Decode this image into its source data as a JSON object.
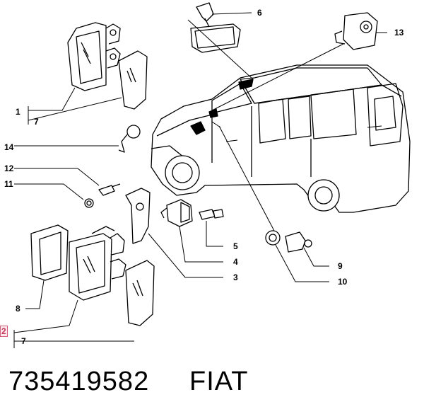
{
  "diagram": {
    "callouts": [
      {
        "id": "c1",
        "label": "1"
      },
      {
        "id": "c7a",
        "label": "7"
      },
      {
        "id": "c14",
        "label": "14"
      },
      {
        "id": "c12",
        "label": "12"
      },
      {
        "id": "c11",
        "label": "11"
      },
      {
        "id": "c6",
        "label": "6"
      },
      {
        "id": "c13",
        "label": "13"
      },
      {
        "id": "c5",
        "label": "5"
      },
      {
        "id": "c4",
        "label": "4"
      },
      {
        "id": "c3",
        "label": "3"
      },
      {
        "id": "c9",
        "label": "9"
      },
      {
        "id": "c10",
        "label": "10"
      },
      {
        "id": "c8",
        "label": "8"
      },
      {
        "id": "c2",
        "label": "2"
      },
      {
        "id": "c7b",
        "label": "7"
      }
    ],
    "highlight_color": "#d0607a"
  },
  "footer": {
    "part_number": "735419582",
    "brand": "FIAT"
  }
}
